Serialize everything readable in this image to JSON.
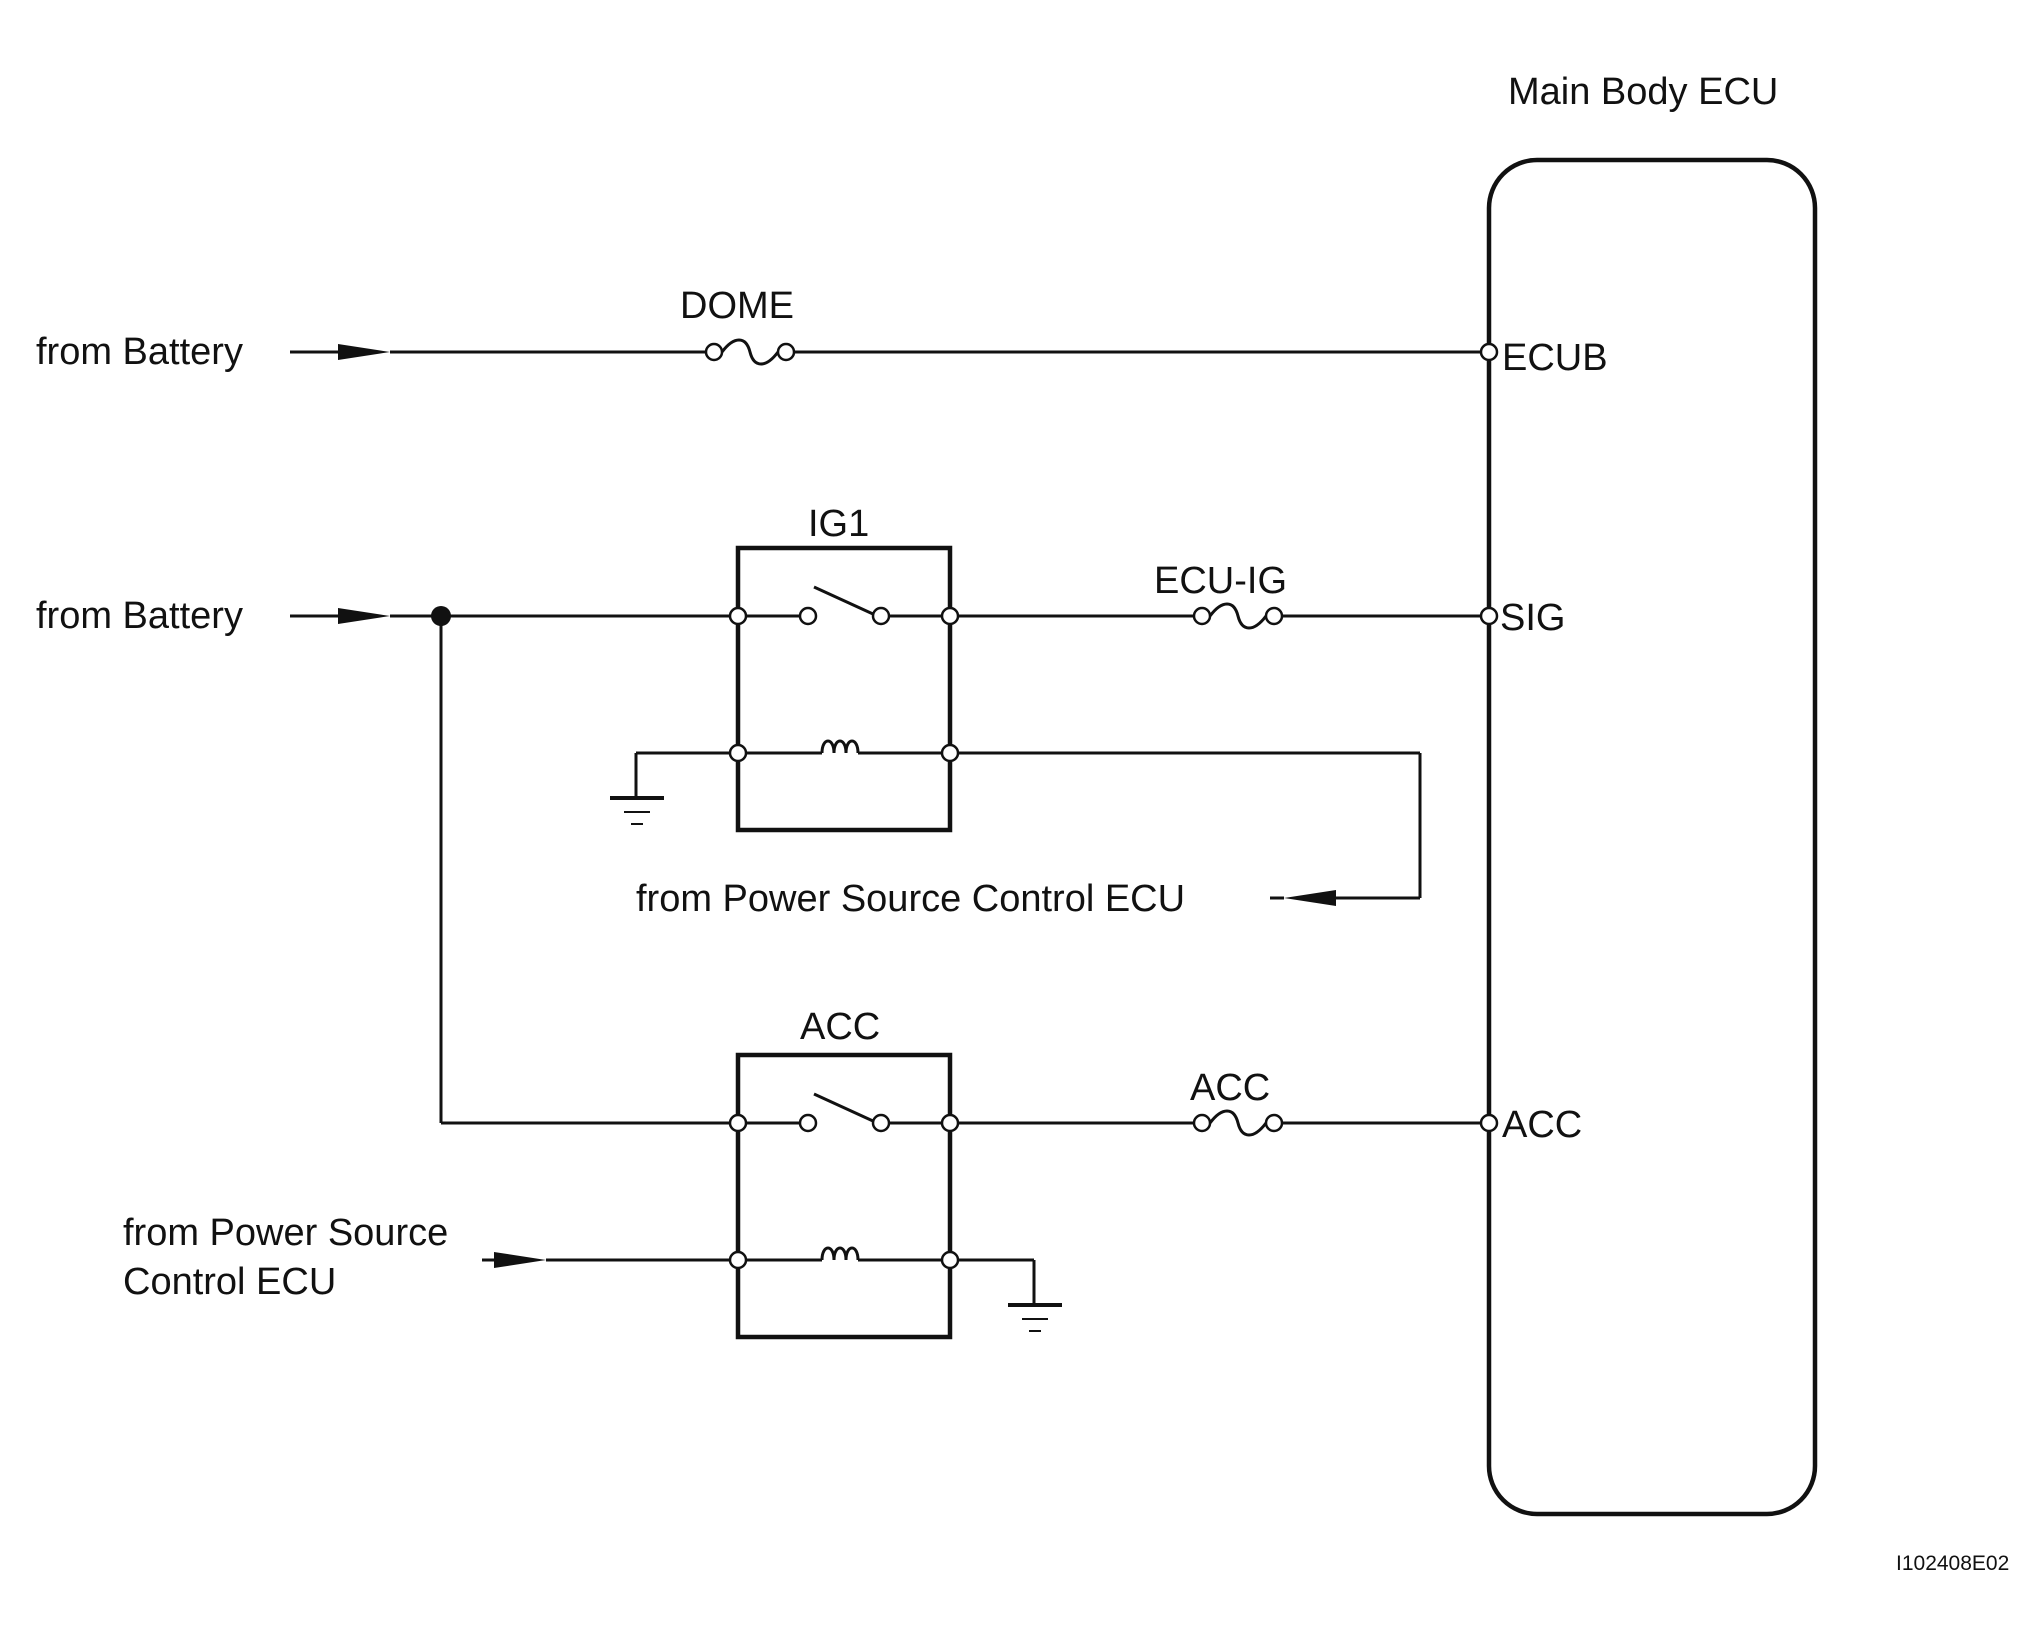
{
  "ecu": {
    "title": "Main Body ECU"
  },
  "sources": {
    "battery_1": "from Battery",
    "battery_2": "from Battery",
    "psc_ig1": "from Power Source Control ECU",
    "psc_acc_line1": "from Power Source",
    "psc_acc_line2": "Control ECU"
  },
  "fuses": {
    "dome": "DOME",
    "ecu_ig": "ECU-IG",
    "acc": "ACC"
  },
  "relays": {
    "ig1": "IG1",
    "acc": "ACC"
  },
  "terminals": {
    "ecub": "ECUB",
    "sig": "SIG",
    "acc": "ACC"
  },
  "figure_id": "I102408E02"
}
